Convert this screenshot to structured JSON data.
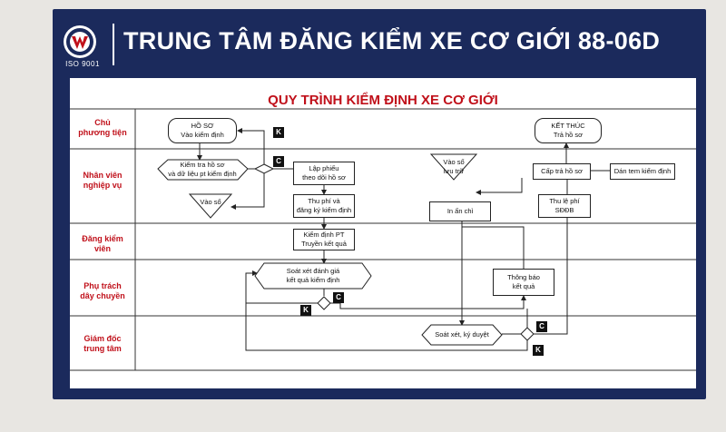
{
  "org_title": "TRUNG TÂM ĐĂNG KIỂM XE CƠ GIỚI 88-06D",
  "iso_label": "ISO 9001",
  "diagram_title": "QUY TRÌNH KIỂM ĐỊNH XE CƠ GIỚI",
  "lanes": [
    "Chủ\nphương tiện",
    "Nhân viên\nnghiệp vụ",
    "Đăng kiểm\nviên",
    "Phụ trách\ndây chuyền",
    "Giám đốc\ntrung tâm"
  ],
  "nodes": {
    "ho_so": "HỒ SƠ\nVào kiểm định",
    "kiem_tra": "Kiểm tra hồ sơ\nvà dữ liệu pt kiểm định",
    "vao_so_1": "Vào sổ",
    "lap_phieu": "Lập phiếu\ntheo dõi hồ sơ",
    "thu_phi": "Thu phí và\nđăng ký kiểm định",
    "kiem_dinh": "Kiểm định PT\nTruyền kết quả",
    "soat_xet_danh_gia": "Soát xét đánh giá\nkết quả kiểm định",
    "thong_bao": "Thông báo\nkết quả",
    "soat_xet_ky": "Soát xét, ký duyệt",
    "in_an_chi": "In ấn chỉ",
    "vao_so_luu_tru": "Vào sổ\nlưu trữ",
    "cap_tra": "Cấp trả hồ sơ",
    "dan_tem": "Dán tem kiểm định",
    "thu_le_phi": "Thu lệ phí\nSĐĐB",
    "ket_thuc": "KẾT THÚC\nTrả hồ sơ"
  },
  "markers": {
    "k": "K",
    "c": "C"
  }
}
